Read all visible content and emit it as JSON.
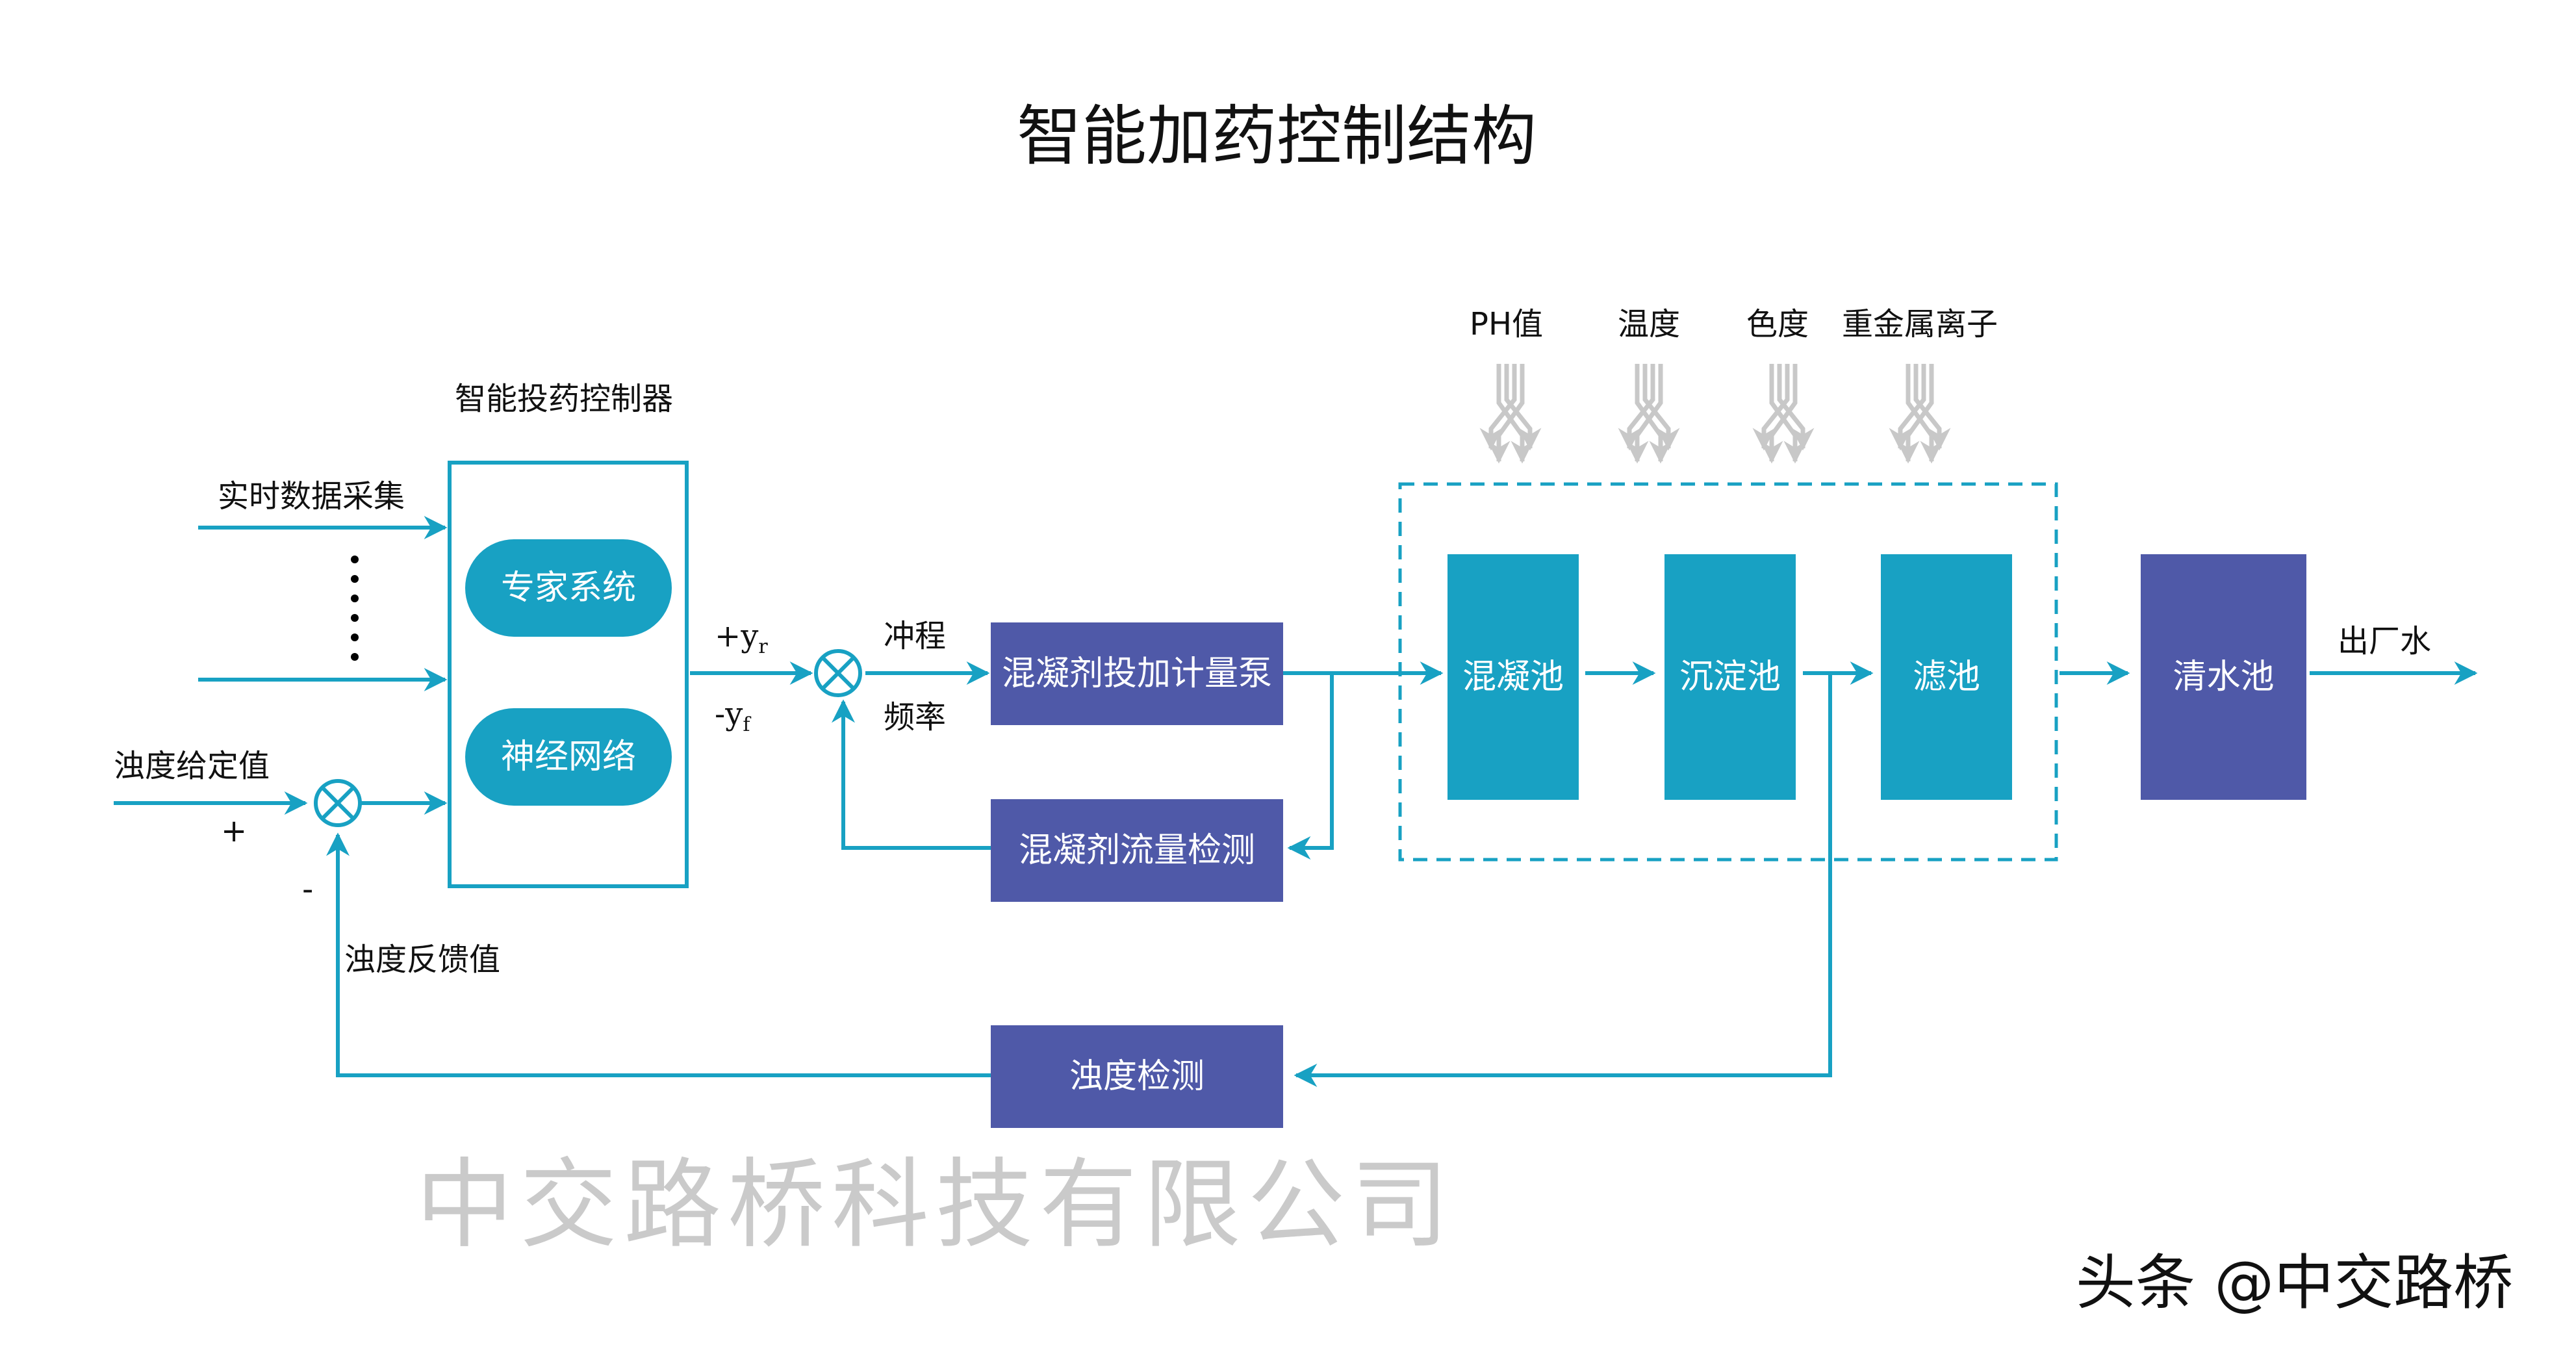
{
  "title": "智能加药控制结构",
  "controller": {
    "label": "智能投药控制器",
    "modules": [
      "专家系统",
      "神经网络"
    ]
  },
  "inputs": {
    "realtime": "实时数据采集",
    "ellipsis": "⋮",
    "setpoint": "浊度给定值",
    "plus": "+",
    "minus": "-",
    "feedback": "浊度反馈值"
  },
  "loop": {
    "yr": "+y",
    "yr_sub": "r",
    "yf": "-y",
    "yf_sub": "f",
    "stroke": "冲程",
    "frequency": "频率"
  },
  "blocks": {
    "pump": "混凝剂投加计量泵",
    "flow_detect": "混凝剂流量检测",
    "turbidity_detect": "浊度检测"
  },
  "pools": [
    "混凝池",
    "沉淀池",
    "滤池"
  ],
  "clear_pool": "清水池",
  "output": "出厂水",
  "disturbances": [
    "PH值",
    "温度",
    "色度",
    "重金属离子"
  ],
  "watermark": "中交路桥科技有限公司",
  "credit": "头条 @中交路桥",
  "colors": {
    "teal": "#18a1c3",
    "purple": "#4f59a8",
    "disturbance": "#c8c8c8"
  }
}
